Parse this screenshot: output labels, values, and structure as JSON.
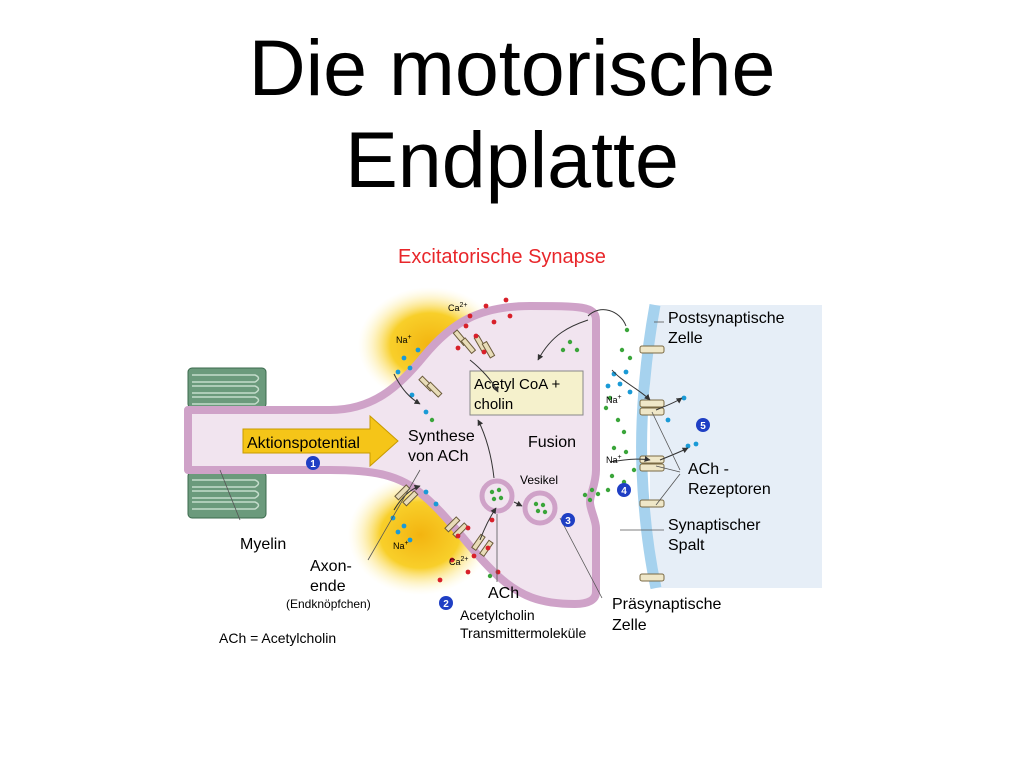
{
  "slide": {
    "title_line1": "Die motorische",
    "title_line2": "Endplatte"
  },
  "diagram": {
    "heading": "Excitatorische Synapse",
    "labels": {
      "postsynaptic_cell_line1": "Postsynaptische",
      "postsynaptic_cell_line2": "Zelle",
      "acetyl_coa_line1": "Acetyl CoA +",
      "acetyl_coa_line2": "cholin",
      "action_potential": "Aktionspotential",
      "synthesis_line1": "Synthese",
      "synthesis_line2": "von ACh",
      "fusion": "Fusion",
      "vesicle": "Vesikel",
      "ach_receptors_line1": "ACh -",
      "ach_receptors_line2": "Rezeptoren",
      "synaptic_cleft_line1": "Synaptischer",
      "synaptic_cleft_line2": "Spalt",
      "myelin": "Myelin",
      "axon_end_line1": "Axon-",
      "axon_end_line2": "ende",
      "end_bulb": "(Endknöpfchen)",
      "ach": "ACh",
      "acetylcholine_line1": "Acetylcholin",
      "acetylcholine_line2": "Transmittermoleküle",
      "presynaptic_cell_line1": "Präsynaptische",
      "presynaptic_cell_line2": "Zelle",
      "legend": "ACh = Acetylcholin"
    },
    "ions": {
      "ca_top": "Ca",
      "ca_top_charge": "2+",
      "na_top": "Na",
      "na_top_charge": "+",
      "ca_bottom": "Ca",
      "ca_bottom_charge": "2+",
      "na_bottom": "Na",
      "na_bottom_charge": "+",
      "na_cleft_top": "Na",
      "na_cleft_top_charge": "+",
      "na_cleft_mid": "Na",
      "na_cleft_mid_charge": "+"
    },
    "steps": [
      "1",
      "2",
      "3",
      "4",
      "5"
    ],
    "colors": {
      "heading": "#e8262a",
      "membrane": "#cfa2c8",
      "cytoplasm": "#f1e4ef",
      "myelin": "#6b9a7c",
      "yellow_glow": "#f6c21a",
      "arrow_fill": "#f5c518",
      "step_badge": "#1f3fc4",
      "postsynaptic_bg": "#e8f0f8",
      "postsynaptic_membrane": "#a9d3ee"
    }
  }
}
